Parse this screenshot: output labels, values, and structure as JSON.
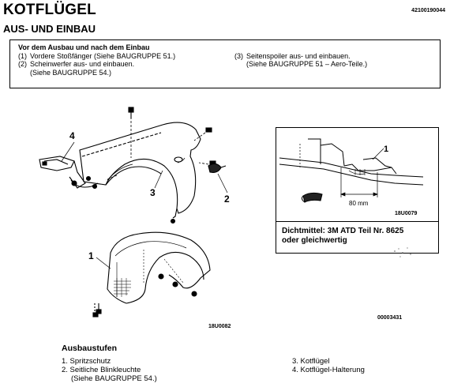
{
  "header": {
    "title": "KOTFLÜGEL",
    "doc_id": "42100190044",
    "subtitle": "AUS- UND EINBAU"
  },
  "preparation": {
    "title": "Vor dem Ausbau und nach dem Einbau",
    "col1": [
      {
        "num": "(1)",
        "text": "Vordere Stoßfänger (Siehe BAUGRUPPE 51.)"
      },
      {
        "num": "(2)",
        "text": "Scheinwerfer aus- und einbauen."
      },
      {
        "num": "",
        "text": "(Siehe BAUGRUPPE 54.)"
      }
    ],
    "col2": [
      {
        "num": "(3)",
        "text": "Seitenspoiler aus- und einbauen."
      },
      {
        "num": "",
        "text": "(Siehe BAUGRUPPE 51 – Aero-Teile.)"
      }
    ]
  },
  "main_figure": {
    "callouts": {
      "c1": "1",
      "c2": "2",
      "c3": "3",
      "c4": "4"
    },
    "code": "18U0082"
  },
  "detail_figure": {
    "callout": "1",
    "dimension": "80 mm",
    "code": "18U0079",
    "sealant_line1": "Dichtmittel: 3M ATD Teil Nr. 8625",
    "sealant_line2": "oder gleichwertig"
  },
  "page_code": "00003431",
  "removal_steps": {
    "title": "Ausbaustufen",
    "col1": [
      "1. Spritzschutz",
      "2. Seitliche Blinkleuchte",
      "(Siehe BAUGRUPPE 54.)"
    ],
    "col2": [
      "3. Kotflügel",
      "4. Kotflügel-Halterung"
    ]
  }
}
